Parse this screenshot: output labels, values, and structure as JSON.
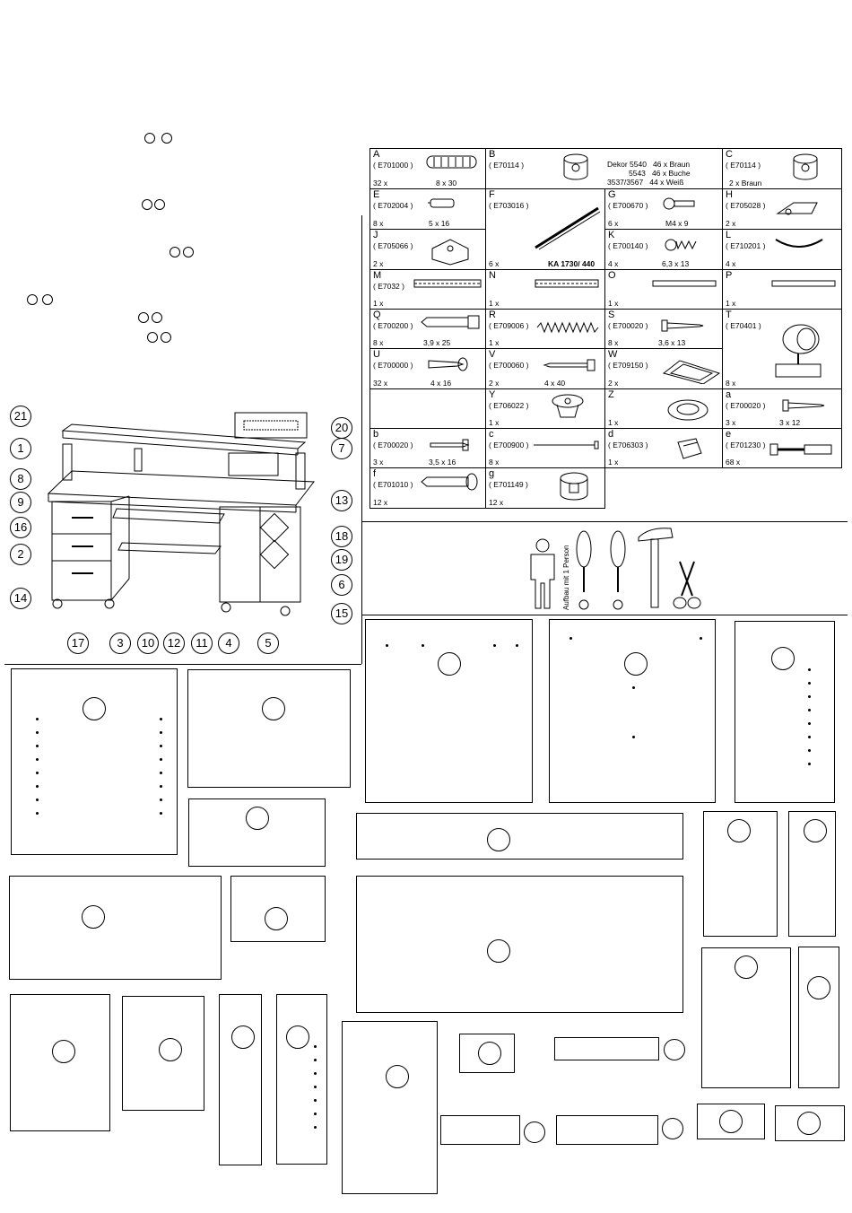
{
  "hardware": {
    "A": {
      "letter": "A",
      "code": "( E701000 )",
      "qty": "32 x",
      "size": "8 x 30"
    },
    "B": {
      "letter": "B",
      "code": "( E70114 )",
      "decor_label": "Dekor 5540",
      "decor_line1": "46 x Braun",
      "decor_code2": "5543",
      "decor_line2": "46 x Buche",
      "decor_code3": "3537/3567",
      "decor_line3": "44 x Weiß"
    },
    "C": {
      "letter": "C",
      "code": "( E70114 )",
      "qty": "2 x Braun"
    },
    "E": {
      "letter": "E",
      "code": "( E702004 )",
      "qty": "8 x",
      "size": "5 x 16"
    },
    "F": {
      "letter": "F",
      "code": "( E703016 )",
      "qty": "6 x",
      "size": "KA 1730/ 440"
    },
    "G": {
      "letter": "G",
      "code": "( E700670 )",
      "qty": "6 x",
      "size": "M4 x 9"
    },
    "H": {
      "letter": "H",
      "code": "( E705028 )",
      "qty": "2 x"
    },
    "J": {
      "letter": "J",
      "code": "( E705066 )",
      "qty": "2 x"
    },
    "K": {
      "letter": "K",
      "code": "( E700140 )",
      "qty": "4 x",
      "size": "6,3 x 13"
    },
    "L": {
      "letter": "L",
      "code": "( E710201 )",
      "qty": "4 x"
    },
    "M": {
      "letter": "M",
      "code": "( E7032 )",
      "qty": "1 x"
    },
    "N": {
      "letter": "N",
      "qty": "1 x"
    },
    "O": {
      "letter": "O",
      "qty": "1 x"
    },
    "P": {
      "letter": "P",
      "qty": "1 x"
    },
    "Q": {
      "letter": "Q",
      "code": "( E700200 )",
      "qty": "8 x",
      "size": "3,9 x 25"
    },
    "R": {
      "letter": "R",
      "code": "( E709006 )",
      "qty": "1 x"
    },
    "S": {
      "letter": "S",
      "code": "( E700020 )",
      "qty": "8 x",
      "size": "3,6 x 13"
    },
    "T": {
      "letter": "T",
      "code": "( E70401 )",
      "qty": "8 x"
    },
    "U": {
      "letter": "U",
      "code": "( E700000 )",
      "qty": "32 x",
      "size": "4 x 16"
    },
    "V": {
      "letter": "V",
      "code": "( E700060 )",
      "qty": "2 x",
      "size": "4 x 40"
    },
    "W": {
      "letter": "W",
      "code": "( E709150 )",
      "qty": "2 x"
    },
    "Y": {
      "letter": "Y",
      "code": "( E706022 )",
      "qty": "1 x"
    },
    "Z": {
      "letter": "Z",
      "qty": "1 x"
    },
    "a": {
      "letter": "a",
      "code": "( E700020 )",
      "qty": "3 x",
      "size": "3 x 12"
    },
    "b": {
      "letter": "b",
      "code": "( E700020 )",
      "qty": "3 x",
      "size": "3,5 x 16"
    },
    "c": {
      "letter": "c",
      "code": "( E700900 )",
      "qty": "8 x"
    },
    "d": {
      "letter": "d",
      "code": "( E706303 )",
      "qty": "1 x"
    },
    "e": {
      "letter": "e",
      "code": "( E701230 )",
      "qty": "68 x"
    },
    "f": {
      "letter": "f",
      "code": "( E701010 )",
      "qty": "12 x"
    },
    "g": {
      "letter": "g",
      "code": "( E701149 )",
      "qty": "12 x"
    }
  },
  "tools": {
    "note": "Aufbau mit 1 Person"
  },
  "callouts": [
    "21",
    "1",
    "8",
    "9",
    "16",
    "2",
    "14",
    "17",
    "3",
    "10",
    "12",
    "11",
    "4",
    "5",
    "15",
    "6",
    "19",
    "18",
    "13",
    "7",
    "20"
  ]
}
